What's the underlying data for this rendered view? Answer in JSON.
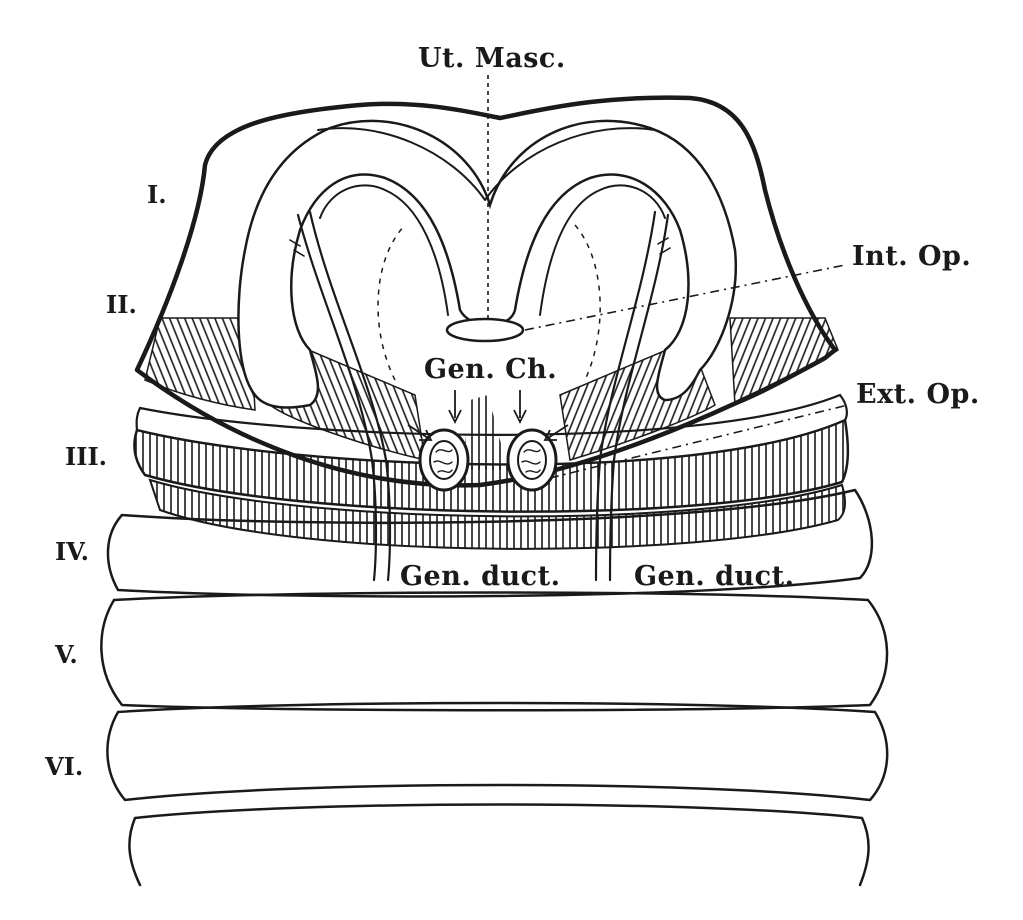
{
  "labels": {
    "ut_masc": "Ut. Masc.",
    "int_op": "Int. Op.",
    "ext_op": "Ext. Op.",
    "gen_ch": "Gen. Ch.",
    "gen_duct_left": "Gen. duct.",
    "gen_duct_right": "Gen. duct."
  },
  "segments": [
    "I.",
    "II.",
    "III.",
    "IV.",
    "V.",
    "VI."
  ],
  "colors": {
    "ink": "#1a1a1a",
    "paper": "#ffffff"
  }
}
